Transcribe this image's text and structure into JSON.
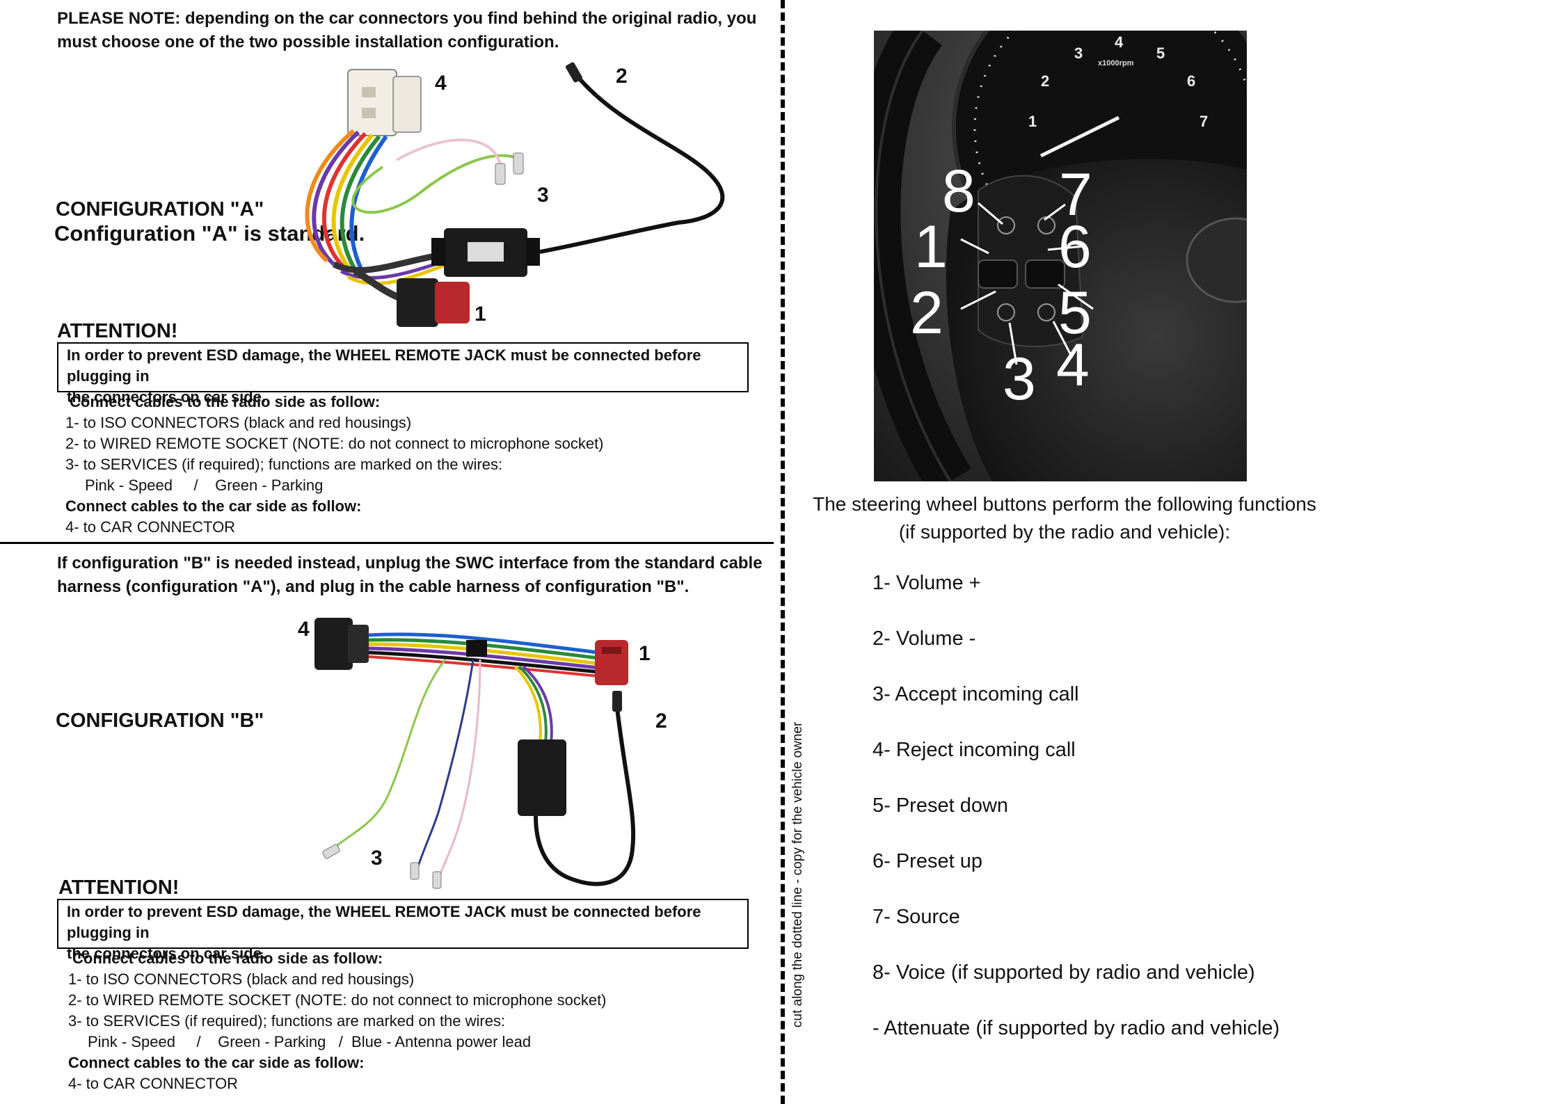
{
  "top_note": {
    "line1": "PLEASE NOTE: depending on the car connectors you find behind the original radio, you",
    "line2": "must choose one of the two possible installation configuration."
  },
  "config_a": {
    "title": "CONFIGURATION \"A\"",
    "subtitle": "Configuration \"A\" is standard.",
    "labels": {
      "n1": "1",
      "n2": "2",
      "n3": "3",
      "n4": "4"
    },
    "attention": "ATTENTION!",
    "warning_line1": "In order to prevent ESD damage, the WHEEL REMOTE JACK must be connected before plugging in",
    "warning_line2": "the connectors on car side.",
    "radio_side_header": "Connect cables to the radio side as follow:",
    "radio_items": [
      "1- to ISO CONNECTORS (black and red housings)",
      "2- to WIRED REMOTE SOCKET (NOTE: do not connect to microphone socket)",
      "3- to SERVICES (if required); functions are marked on the wires:",
      "Pink - Speed     /    Green - Parking"
    ],
    "car_side_header": "Connect cables to the car side as follow:",
    "car_item": "4- to CAR CONNECTOR"
  },
  "config_b_intro": {
    "line1": "If configuration \"B\" is needed instead, unplug the SWC interface from the standard cable",
    "line2": "harness (configuration \"A\"), and plug in the cable harness of configuration \"B\"."
  },
  "config_b": {
    "title": "CONFIGURATION \"B\"",
    "labels": {
      "n1": "1",
      "n2": "2",
      "n3": "3",
      "n4": "4"
    },
    "attention": "ATTENTION!",
    "warning_line1": "In order to prevent ESD damage, the WHEEL REMOTE JACK must be connected before plugging in",
    "warning_line2": "the connectors on car side.",
    "radio_side_header": "Connect cables to the radio side as follow:",
    "radio_items": [
      "1- to ISO CONNECTORS (black and red housings)",
      "2- to WIRED REMOTE SOCKET (NOTE: do not connect to microphone socket)",
      "3- to SERVICES (if required); functions are marked on the wires:",
      "Pink - Speed     /    Green - Parking   /  Blue - Antenna power lead"
    ],
    "car_side_header": "Connect cables to the car side as follow:",
    "car_item": "4- to CAR CONNECTOR"
  },
  "cut_label": "cut along the dotted line - copy for the vehicle owner",
  "steering": {
    "photo_numbers": [
      "8",
      "7",
      "1",
      "6",
      "2",
      "5",
      "3",
      "4"
    ],
    "gauge_numbers": [
      "1",
      "2",
      "3",
      "4",
      "5",
      "6",
      "7"
    ],
    "gauge_unit": "x1000rpm",
    "caption_line1": "The steering wheel buttons perform the following functions",
    "caption_line2": "(if supported by the radio and vehicle):",
    "functions": [
      "1- Volume +",
      "2- Volume -",
      "3- Accept incoming call",
      "4- Reject incoming call",
      "5- Preset down",
      "6- Preset up",
      "7- Source",
      "8- Voice (if supported by radio and vehicle)",
      "- Attenuate (if supported by radio and vehicle)"
    ]
  }
}
